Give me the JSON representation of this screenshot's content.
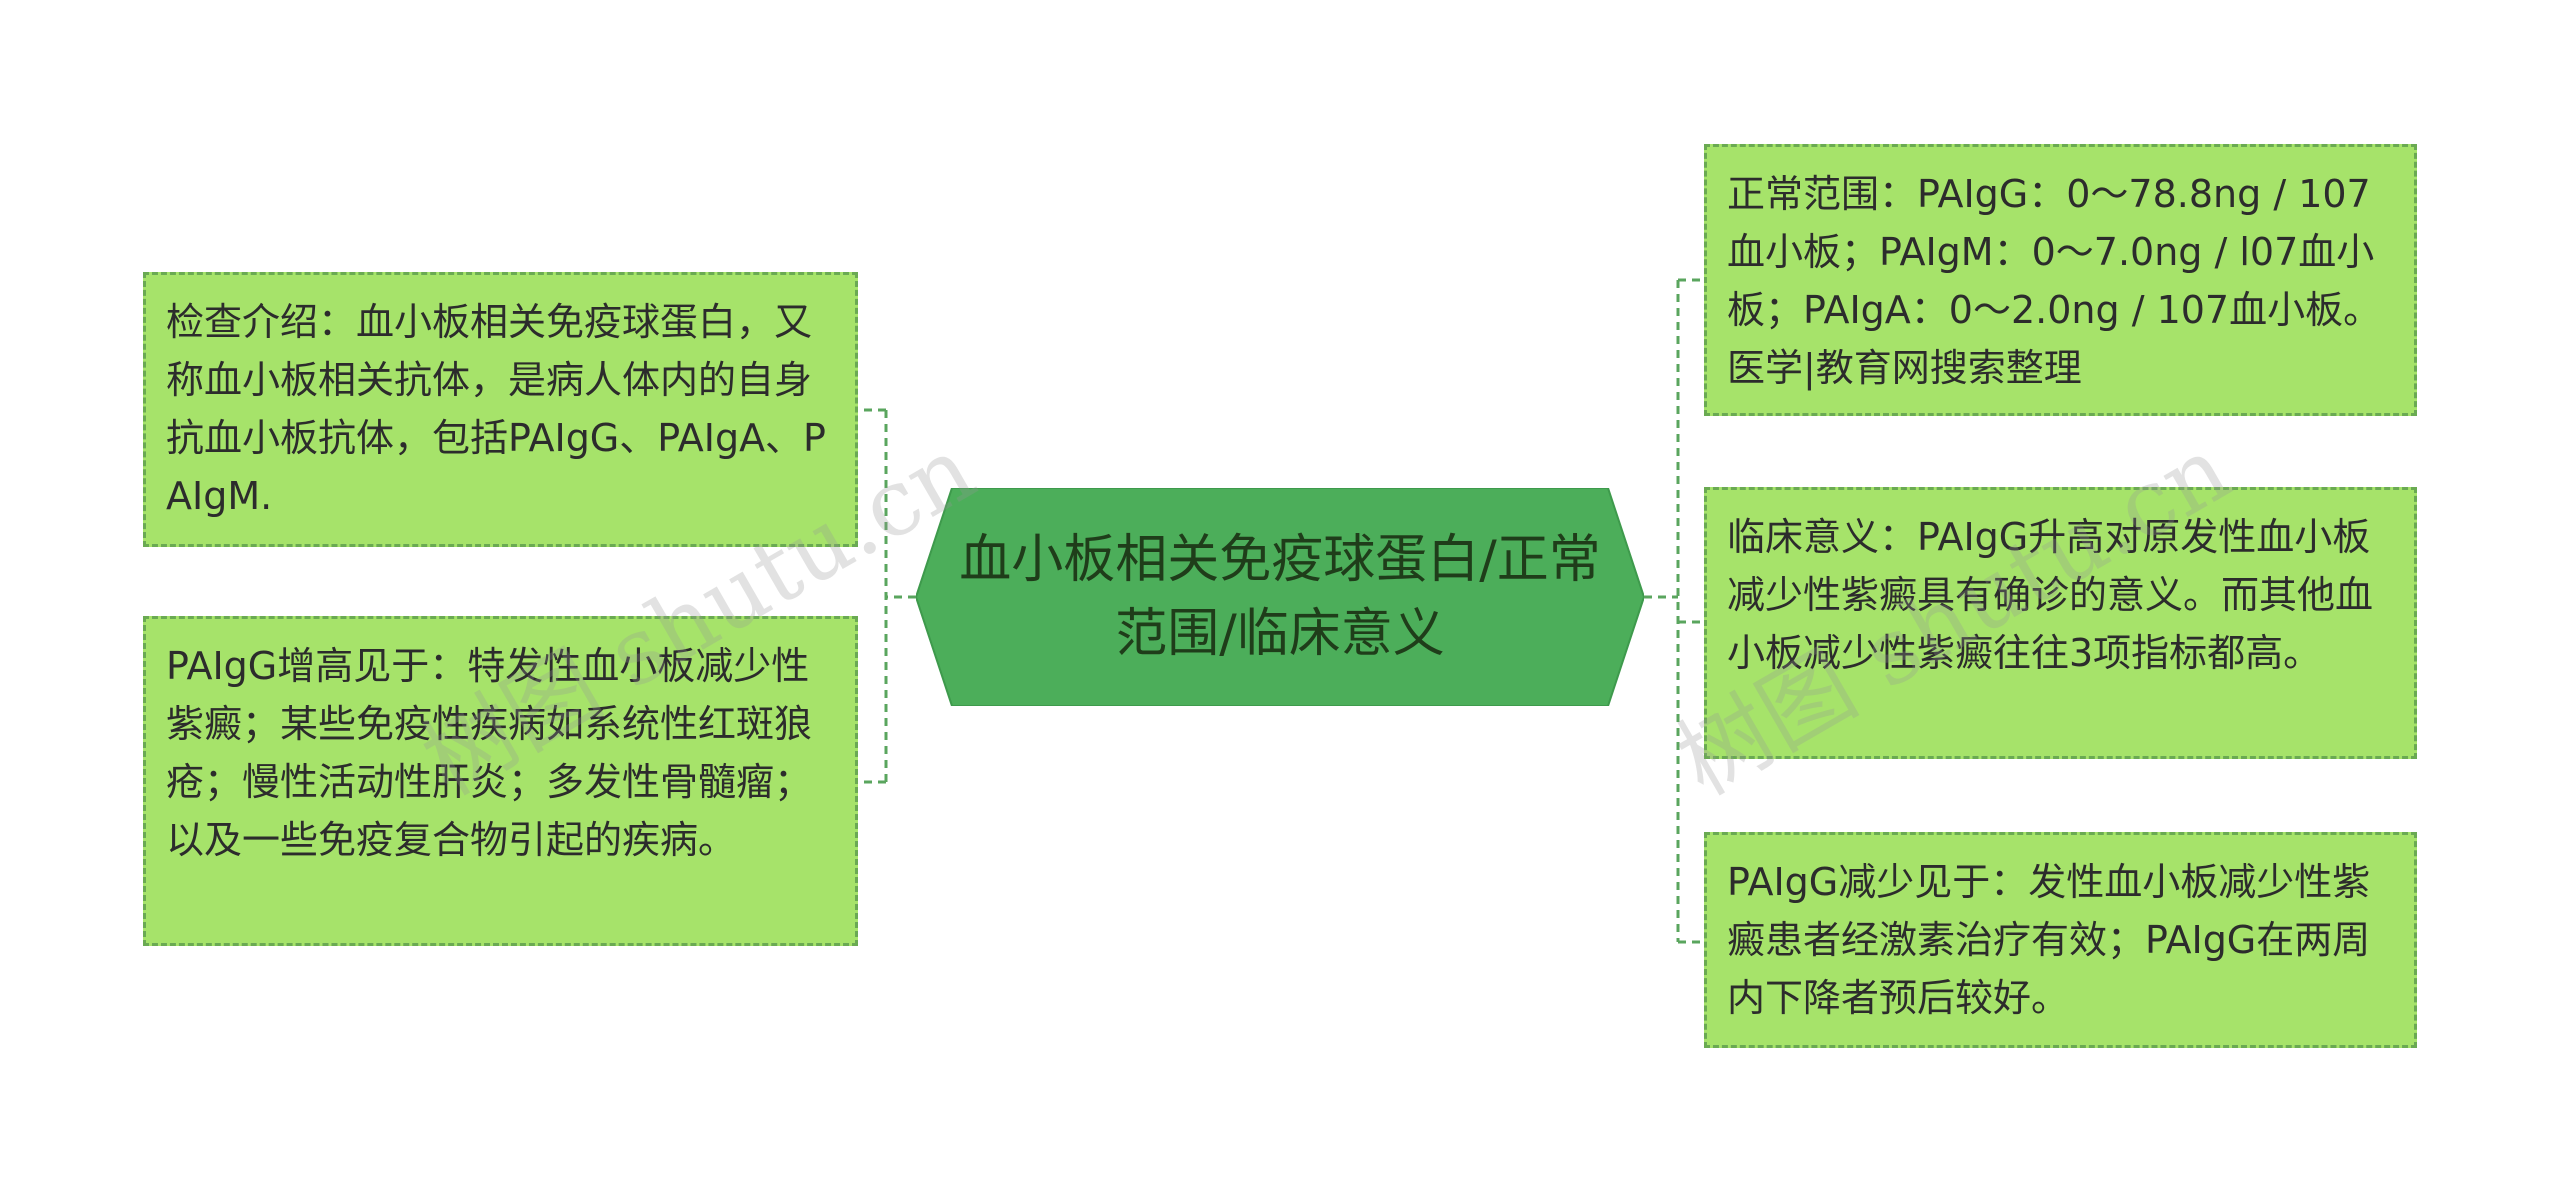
{
  "center": {
    "title": "血小板相关免疫球蛋白/正常范围/临床意义"
  },
  "left_nodes": [
    {
      "text": "检查介绍：血小板相关免疫球蛋白，又称血小板相关抗体，是病人体内的自身抗血小板抗体，包括PAIgG、PAIgA、PAIgM."
    },
    {
      "text": "PAIgG增高见于：特发性血小板减少性紫癜；某些免疫性疾病如系统性红斑狼疮；慢性活动性肝炎；多发性骨髓瘤；以及一些免疫复合物引起的疾病。"
    }
  ],
  "right_nodes": [
    {
      "text": "正常范围：PAIgG：0～78.8ng / 107血小板；PAIgM：0～7.0ng / l07血小板；PAIgA：0～2.0ng / 107血小板。医学|教育网搜索整理"
    },
    {
      "text": "临床意义：PAIgG升高对原发性血小板减少性紫癜具有确诊的意义。而其他血小板减少性紫癜往往3项指标都高。"
    },
    {
      "text": "PAIgG减少见于：发性血小板减少性紫癜患者经激素治疗有效；PAIgG在两周内下降者预后较好。"
    }
  ],
  "watermarks": [
    "树图 shutu.cn",
    "树图 shutu.cn"
  ],
  "colors": {
    "node_fill": "#a6e36a",
    "node_border": "#6aaa52",
    "center_fill": "#4cae5a",
    "connector": "#5aa55e",
    "text": "#2c2c2c"
  }
}
